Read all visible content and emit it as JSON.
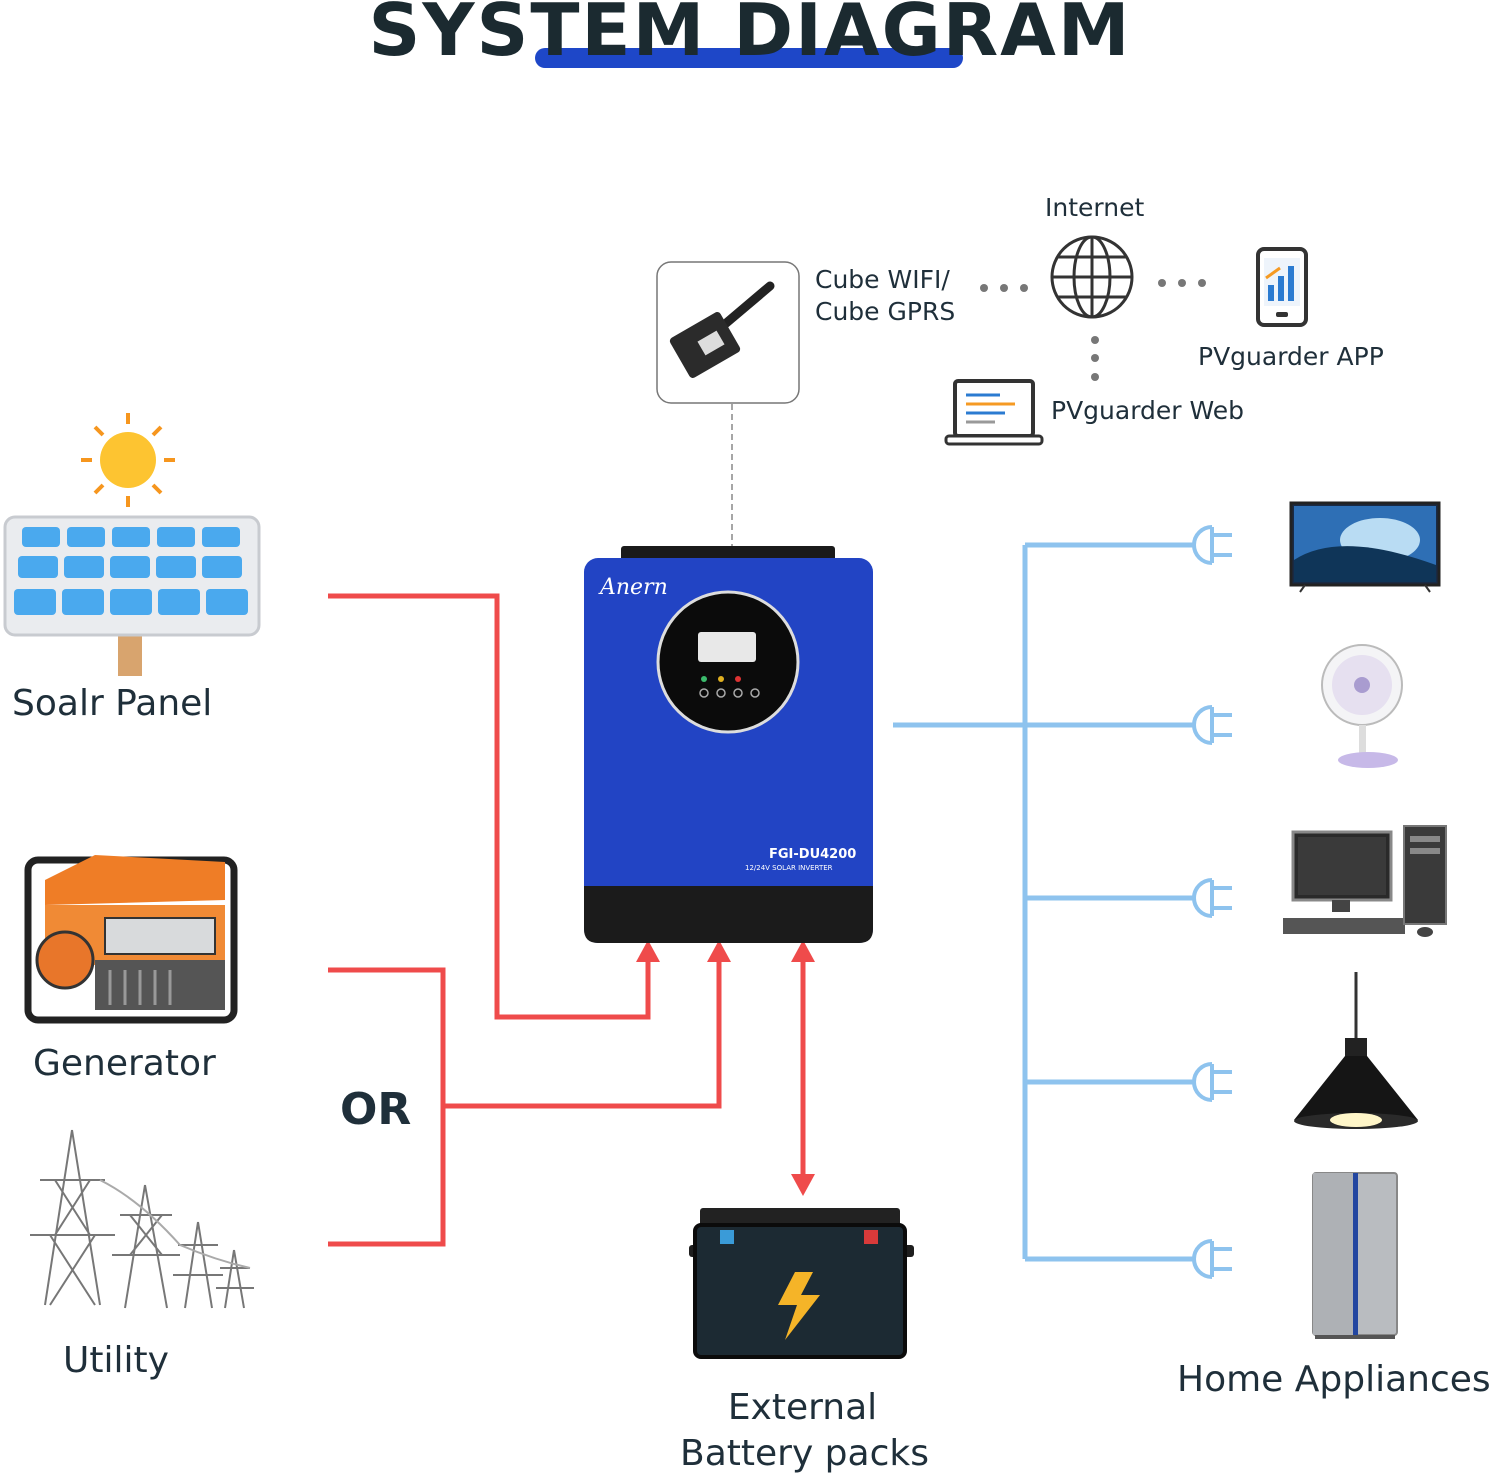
{
  "title": "SYSTEM DIAGRAM",
  "sources": {
    "solar": "Soalr Panel",
    "generator": "Generator",
    "or": "OR",
    "utility": "Utility"
  },
  "monitoring": {
    "module_line1": "Cube WIFI/",
    "module_line2": "Cube  GPRS",
    "internet": "Internet",
    "app": "PVguarder APP",
    "web": "PVguarder Web"
  },
  "inverter": {
    "brand": "Anern",
    "model": "FGI-DU4200",
    "subtitle": "12/24V SOLAR INVERTER"
  },
  "battery": {
    "line1": "External",
    "line2": "Battery packs"
  },
  "loads": {
    "label": "Home Appliances",
    "items": [
      "tv",
      "fan",
      "computer",
      "lamp",
      "refrigerator"
    ]
  },
  "colors": {
    "power_line": "#ef4b4b",
    "output_line": "#8ec3ee",
    "inverter_blue": "#2244c4",
    "title_underline": "#1e47c8"
  }
}
